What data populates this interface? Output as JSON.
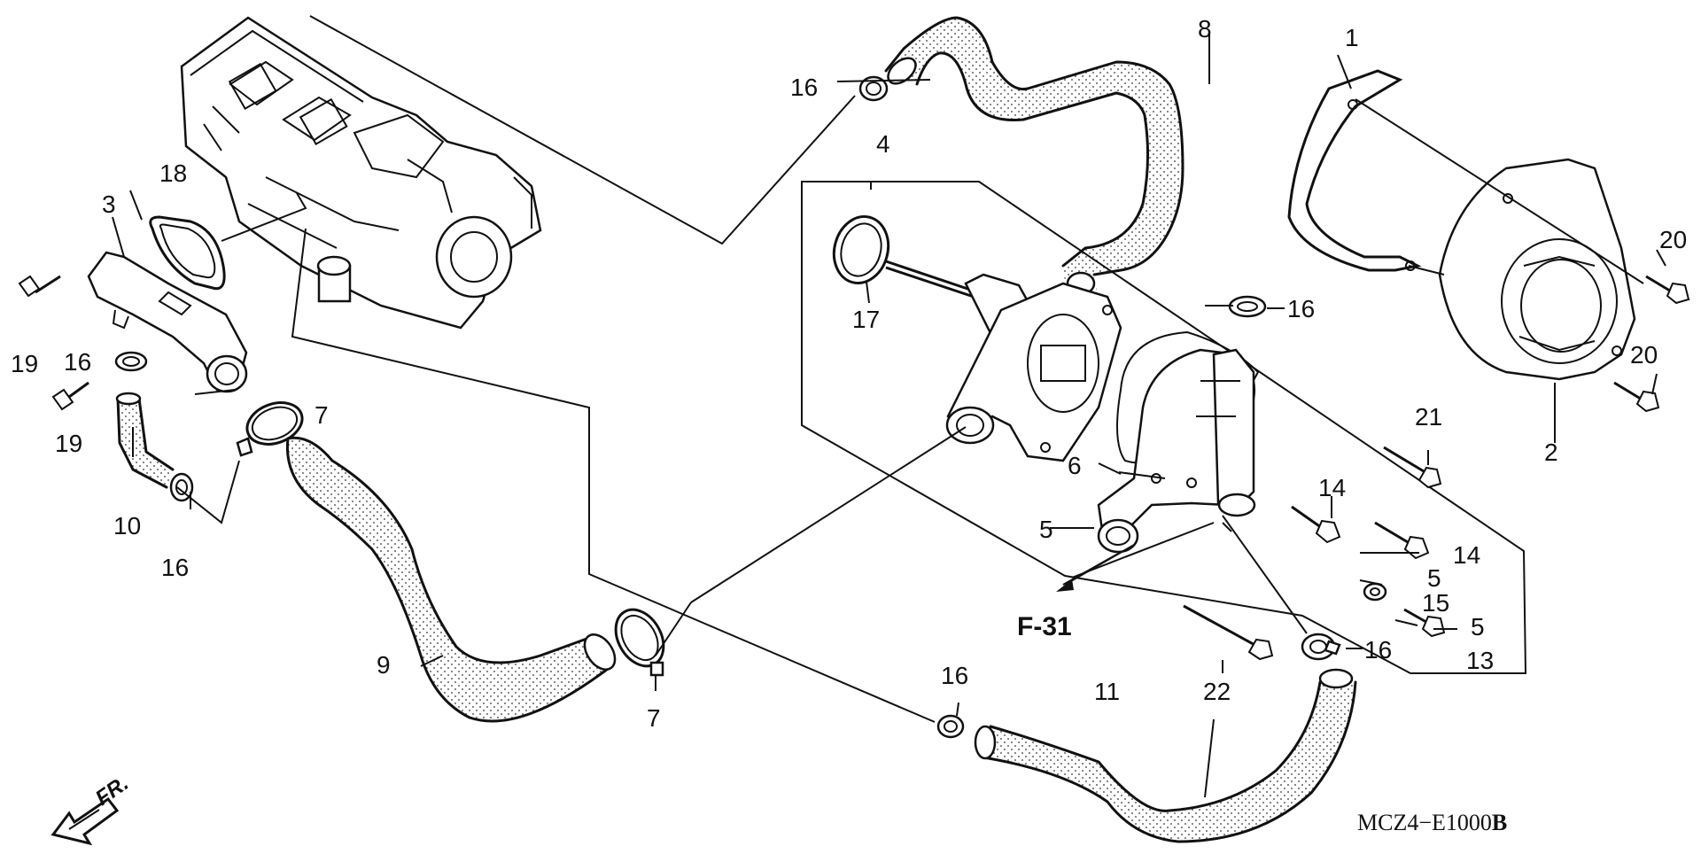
{
  "callouts": {
    "c1": "1",
    "c2": "2",
    "c3": "3",
    "c4": "4",
    "c5a": "5",
    "c5b": "5",
    "c5c": "5",
    "c6": "6",
    "c7a": "7",
    "c7b": "7",
    "c8": "8",
    "c9": "9",
    "c10": "10",
    "c11": "11",
    "c13": "13",
    "c14a": "14",
    "c14b": "14",
    "c15": "15",
    "c16a": "16",
    "c16b": "16",
    "c16c": "16",
    "c16d": "16",
    "c16e": "16",
    "c16f": "16",
    "c17": "17",
    "c18": "18",
    "c19a": "19",
    "c19b": "19",
    "c20a": "20",
    "c20b": "20",
    "c21": "21",
    "c22": "22"
  },
  "reference": "F-31",
  "diagram_code": "MCZ4−E1000",
  "diagram_code_suffix": "B",
  "direction_label": "FR.",
  "colors": {
    "ink": "#111111",
    "background": "#ffffff"
  },
  "icons": [
    "front-direction-arrow-icon",
    "reference-arrow-icon"
  ]
}
